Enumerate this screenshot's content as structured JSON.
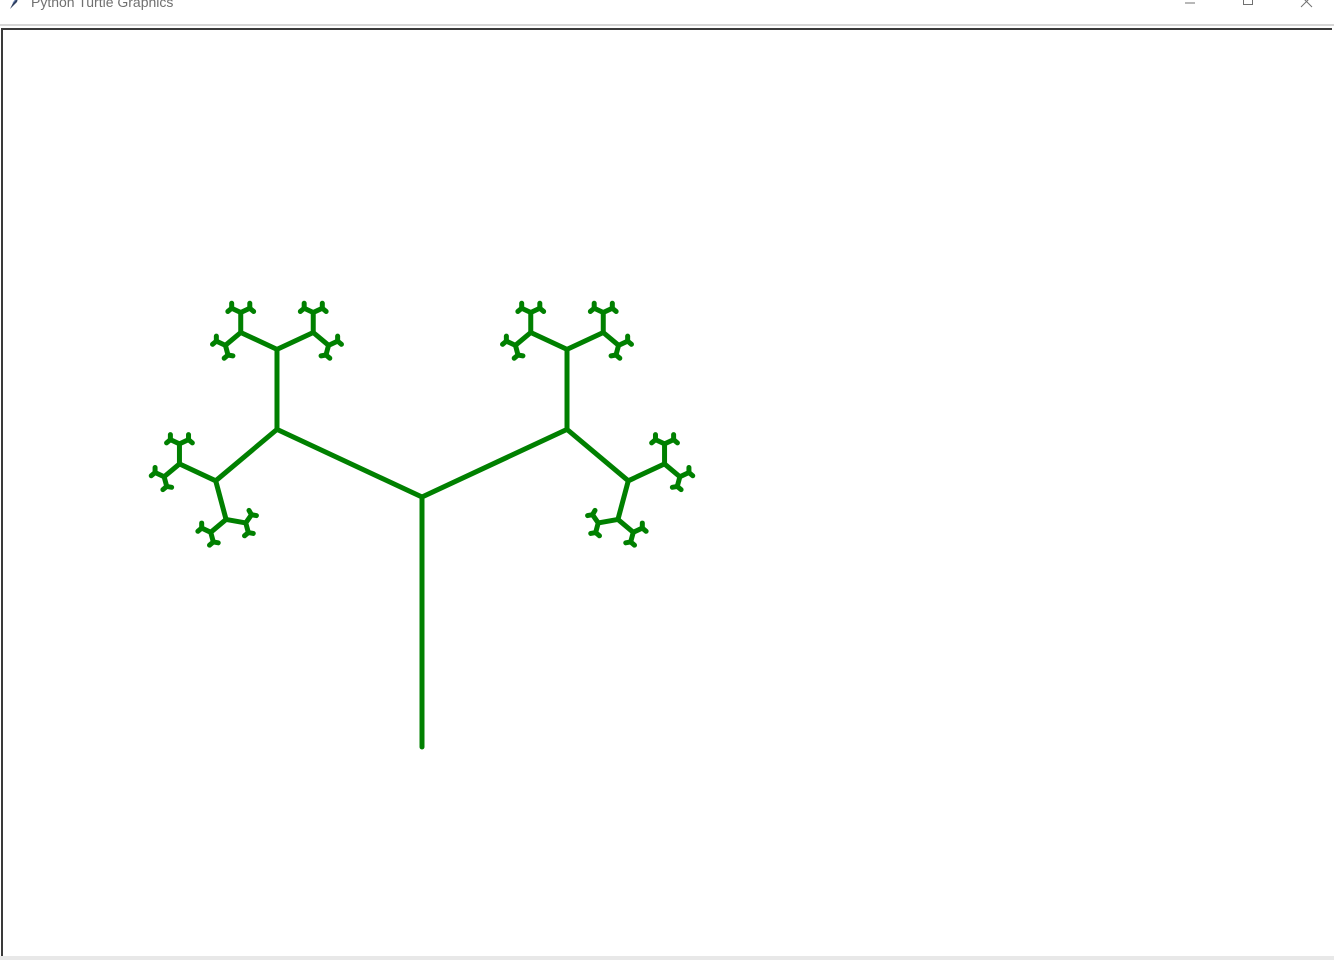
{
  "window": {
    "title": "Python Turtle Graphics",
    "icon": "feather-icon",
    "controls": {
      "minimize_icon": "minimize-icon",
      "maximize_icon": "maximize-icon",
      "close_icon": "close-icon"
    }
  },
  "canvas": {
    "background": "#ffffff",
    "drawing": {
      "type": "fractal-tree",
      "pen_color": "#008000",
      "pen_width": 5,
      "depth": 5,
      "branch_angle_deg": 65,
      "trunk_length": 250,
      "length_ratio": 0.5,
      "bend": 1.0
    }
  }
}
